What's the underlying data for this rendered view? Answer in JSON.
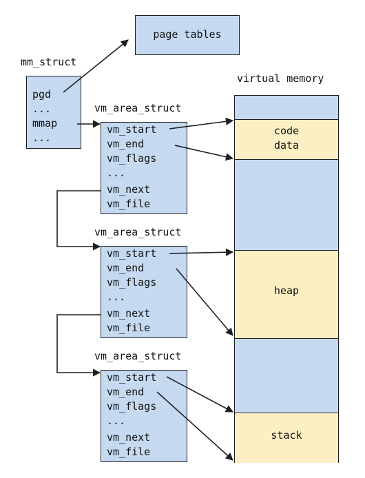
{
  "page_tables": {
    "label": "page tables"
  },
  "mm_struct": {
    "title": "mm_struct",
    "fields": [
      "pgd",
      "...",
      "mmap",
      "..."
    ]
  },
  "vm_area_structs": [
    {
      "title": "vm_area_struct",
      "fields": [
        "vm_start",
        "vm_end",
        "vm_flags",
        "...",
        "vm_next",
        "vm_file"
      ]
    },
    {
      "title": "vm_area_struct",
      "fields": [
        "vm_start",
        "vm_end",
        "vm_flags",
        "...",
        "vm_next",
        "vm_file"
      ]
    },
    {
      "title": "vm_area_struct",
      "fields": [
        "vm_start",
        "vm_end",
        "vm_flags",
        "...",
        "vm_next",
        "vm_file"
      ]
    }
  ],
  "virtual_memory": {
    "title": "virtual memory",
    "segments": [
      {
        "label": "",
        "color": "#c5daf0"
      },
      {
        "label": "code\ndata",
        "line1": "code",
        "line2": "data",
        "color": "#fdefc4"
      },
      {
        "label": "",
        "color": "#c5daf0"
      },
      {
        "label": "heap",
        "color": "#fdefc4"
      },
      {
        "label": "",
        "color": "#c5daf0"
      },
      {
        "label": "stack",
        "color": "#fdefc4"
      }
    ]
  },
  "colors": {
    "struct_fill": "#c5daf0",
    "region_fill": "#fdefc4",
    "stroke": "#1e1e1e"
  }
}
